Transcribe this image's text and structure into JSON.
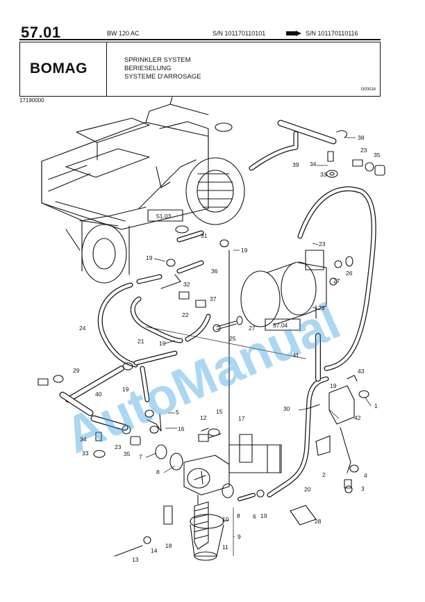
{
  "header": {
    "page_number": "57.01",
    "model": "BW 120 AC",
    "serial_from": "S/N 101170110101",
    "serial_to": "S/N 101170110116"
  },
  "title_block": {
    "logo_text": "BOMAG",
    "title_en": "SPRINKLER SYSTEM",
    "title_de": "BERIESELUNG",
    "title_fr": "SYSTEME D'ARROSAGE",
    "drawing_code": "G00014"
  },
  "part_number": "17190000",
  "references": {
    "ref_a": "51.03",
    "ref_b": "57.04"
  },
  "watermark": "AutoManual",
  "callouts": {
    "c1": "1",
    "c2": "2",
    "c3": "3",
    "c4": "4",
    "c5": "5",
    "c6": "6",
    "c7": "7",
    "c8a": "8",
    "c8b": "8",
    "c9": "9",
    "c10": "10",
    "c11": "11",
    "c12": "12",
    "c13": "13",
    "c14": "14",
    "c15": "15",
    "c16": "16",
    "c17": "17",
    "c18": "18",
    "c19a": "19",
    "c19b": "19",
    "c19c": "19",
    "c19d": "19",
    "c19e": "19",
    "c19f": "19",
    "c20": "20",
    "c21": "21",
    "c22": "22",
    "c23a": "23",
    "c23b": "23",
    "c23c": "23",
    "c23d": "23",
    "c24": "24",
    "c25": "25",
    "c26": "26",
    "c27a": "27",
    "c27b": "27",
    "c28": "28",
    "c29": "29",
    "c30": "30",
    "c31": "31",
    "c32": "32",
    "c33a": "33",
    "c33b": "33",
    "c34a": "34",
    "c34b": "34",
    "c35a": "35",
    "c35b": "35",
    "c36": "36",
    "c37": "37",
    "c38": "38",
    "c39": "39",
    "c40": "40",
    "c41": "41",
    "c42": "42",
    "c43": "43"
  }
}
